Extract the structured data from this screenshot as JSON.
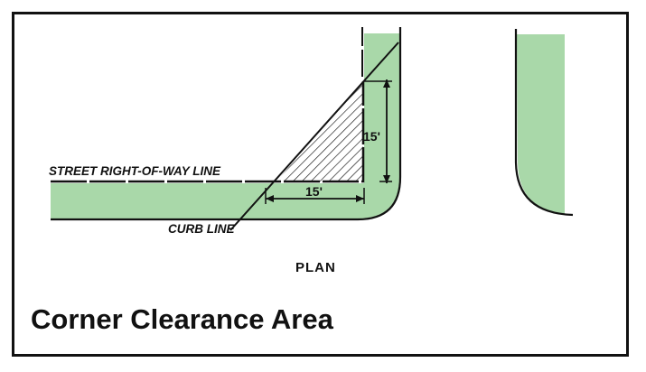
{
  "labels": {
    "street_line": "STREET RIGHT-OF-WAY LINE",
    "curb_line": "CURB LINE",
    "dim_vertical": "15'",
    "dim_horizontal": "15'",
    "plan": "PLAN"
  },
  "title": "Corner Clearance Area",
  "colors": {
    "verge": "#a9d8a9",
    "line": "#111111",
    "frame": "#111111",
    "hatch": "#111111"
  }
}
